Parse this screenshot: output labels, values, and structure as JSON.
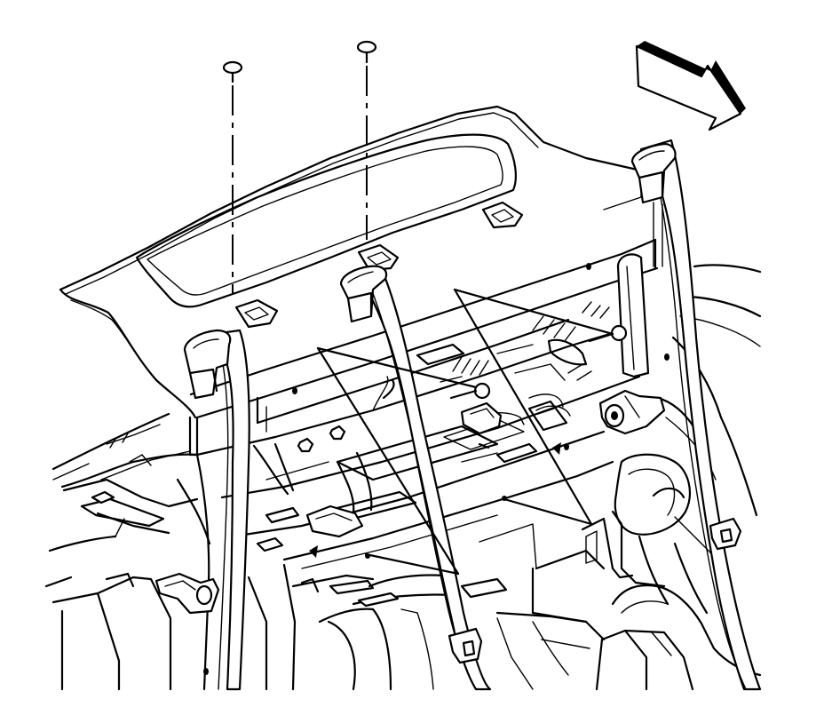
{
  "diagram": {
    "subject": "rear-seatback-belt-trim-panel",
    "direction_arrow": "front-of-vehicle-arrow-icon",
    "stroke_color": "#000000",
    "background_color": "#ffffff",
    "callouts": [
      {
        "id": "push-pin-retainer-1"
      },
      {
        "id": "push-pin-retainer-2"
      },
      {
        "id": "belt-guide-left-leader"
      },
      {
        "id": "belt-guide-center-leader"
      },
      {
        "id": "anchor-bolt-leader"
      }
    ]
  }
}
